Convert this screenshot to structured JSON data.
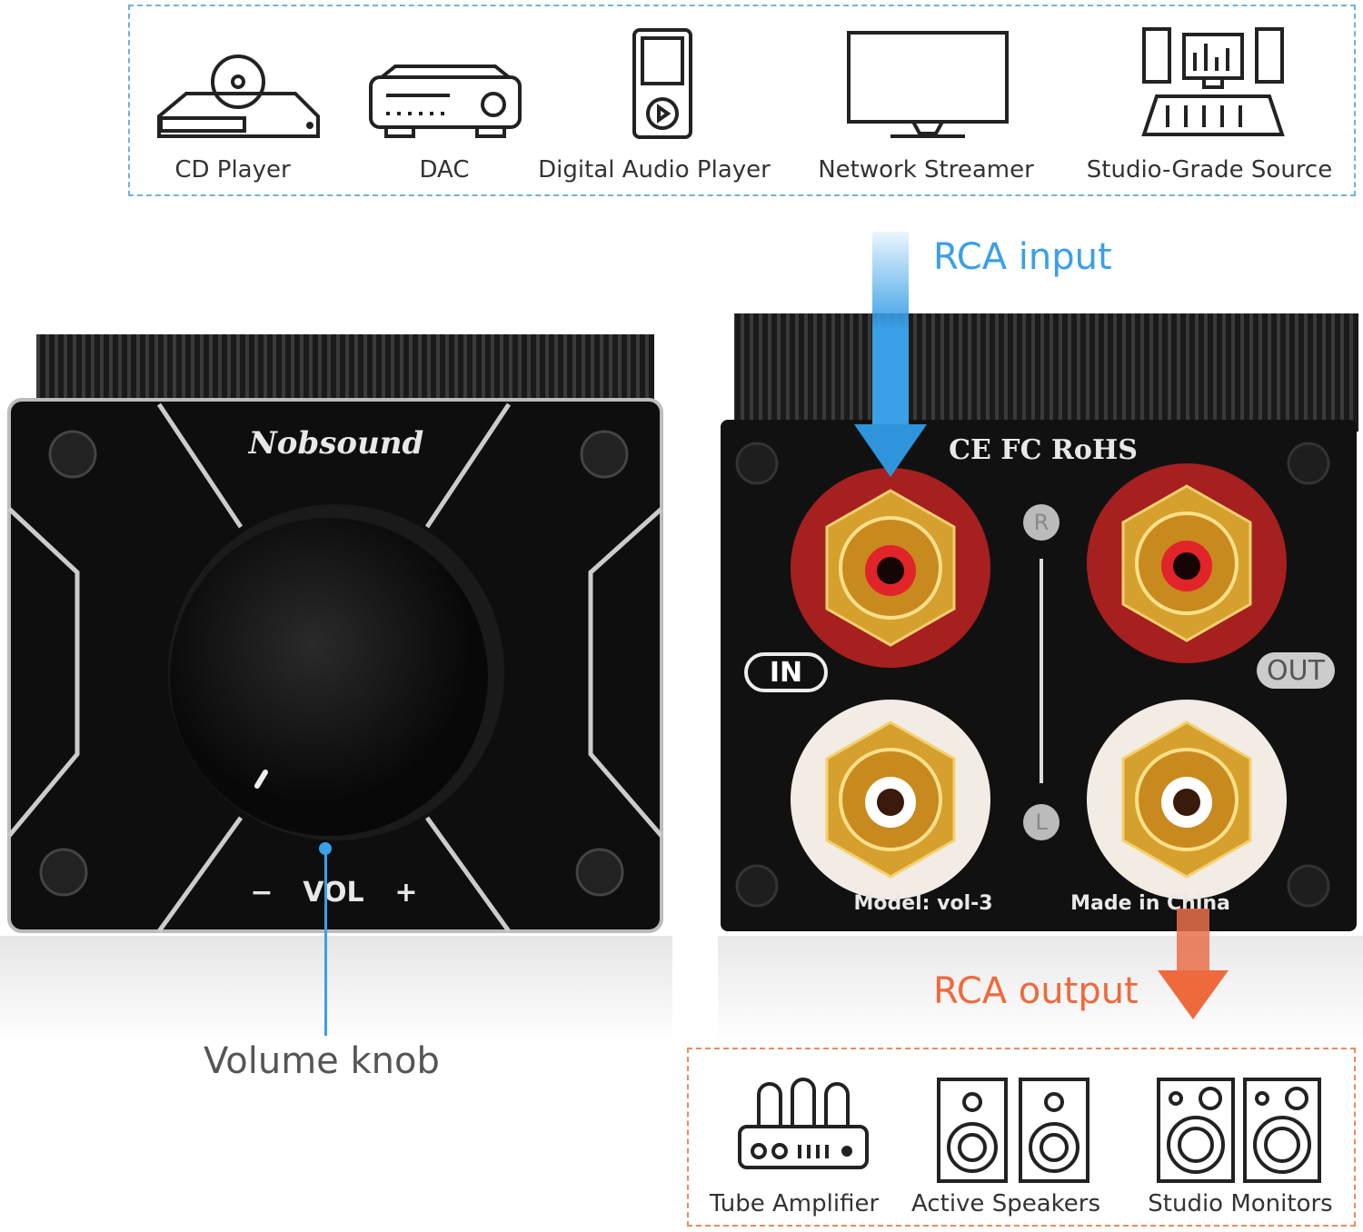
{
  "sources": [
    {
      "label": "CD Player",
      "icon": "cd-player-icon"
    },
    {
      "label": "DAC",
      "icon": "dac-icon"
    },
    {
      "label": "Digital Audio Player",
      "icon": "audio-player-icon"
    },
    {
      "label": "Network Streamer",
      "icon": "monitor-icon"
    },
    {
      "label": "Studio-Grade Source",
      "icon": "studio-console-icon"
    }
  ],
  "outputs": [
    {
      "label": "Tube Amplifier",
      "icon": "tube-amp-icon"
    },
    {
      "label": "Active Speakers",
      "icon": "speakers-icon"
    },
    {
      "label": "Studio Monitors",
      "icon": "studio-monitors-icon"
    }
  ],
  "front": {
    "brand": "Nobsound",
    "vol": "VOL",
    "minus": "−",
    "plus": "+",
    "callout": "Volume knob"
  },
  "rear": {
    "certs": "CE FC RoHS",
    "in": "IN",
    "out": "OUT",
    "r": "R",
    "l": "L",
    "model": "Model: vol-3",
    "origin": "Made in China"
  },
  "annotations": {
    "input": "RCA input",
    "output": "RCA output"
  },
  "colors": {
    "input": "#3aa0e8",
    "output": "#ee6a3c",
    "panel": "#141414"
  }
}
